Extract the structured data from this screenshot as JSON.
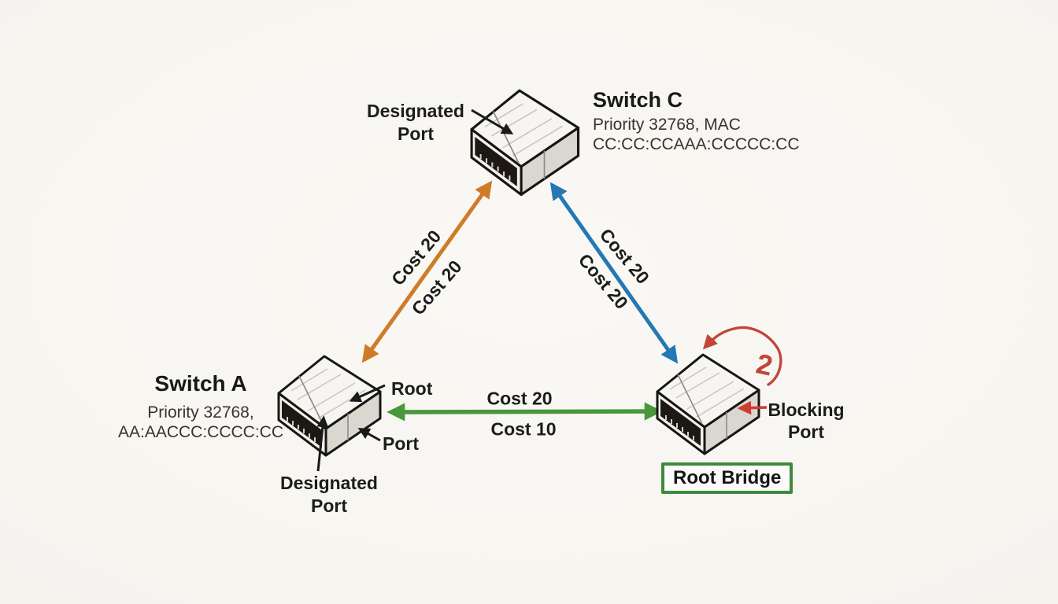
{
  "page": {
    "background": "#f6f4ef"
  },
  "switch_c": {
    "title": "Switch C",
    "info_line1": "Priority 32768, MAC",
    "info_line2": "CC:CC:CCAAA:CCCCC:CC"
  },
  "switch_a": {
    "title": "Switch A",
    "info_line1": "Priority 32768,",
    "info_line2": "AA:AACCC:CCCC:CC"
  },
  "root_bridge": {
    "label": "Root Bridge",
    "border_color": "#3d8a3c"
  },
  "port_labels": {
    "designated_top_line1": "Designated",
    "designated_top_line2": "Port",
    "root_port_word1": "Root",
    "root_port_word2": "Port",
    "designated_bottom_line1": "Designated",
    "designated_bottom_line2": "Port",
    "blocking_line1": "Blocking",
    "blocking_line2": "Port"
  },
  "links": {
    "a_to_c": {
      "cost_upper": "Cost 20",
      "cost_lower": "Cost 20",
      "color": "#cf7c28"
    },
    "c_to_root": {
      "cost_upper": "Cost 20",
      "cost_lower": "Cost 20",
      "color": "#2478b4"
    },
    "a_to_root": {
      "cost_upper": "Cost 20",
      "cost_lower": "Cost 10",
      "color": "#49973c"
    }
  },
  "loop": {
    "number": "2",
    "color": "#c2453a"
  }
}
